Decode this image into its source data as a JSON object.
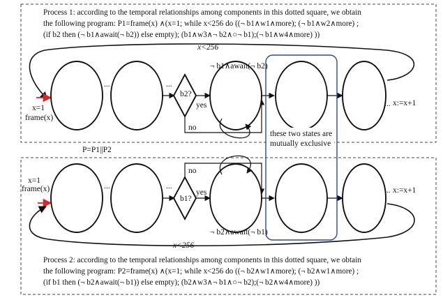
{
  "process1": {
    "line1": "Process 1: according to the temporal relationships among components in this dotted square, we obtain",
    "line2": "the following program: P1=frame(x) ∧(x=1; while x<256 do ((¬ b1∧w1∧more); (¬ b1∧w2∧more) ;",
    "line3": "(if b2 then (¬ b1∧await(¬ b2)) else empty); (b1∧w3∧¬ b2∧○¬ b1);(¬ b1∧w4∧more) ))",
    "loop_label": "x<256",
    "await_label": "¬ b1∧await(¬ b2)",
    "decision": "b2?",
    "yes": "yes",
    "no": "no",
    "init_x": "x=1",
    "init_frame": "frame(x)",
    "end_label": "x:=x+1",
    "dots": "..."
  },
  "composition": "P=P1||P2",
  "exclusive_note": [
    "these two states are",
    "mutually exclusive"
  ],
  "process2": {
    "line1": "Process 2: according to the temporal relationships among components in this dotted square, we obtain",
    "line2": "the following program: P2=frame(x) ∧(x=1; while x<256 do ((¬ b2∧w1∧more); (¬ b2∧w1∧more) ;",
    "line3": "(if b1 then (¬ b2∧await(¬ b1)) else empty); (b2∧w3∧¬ b1∧○¬ b2);(¬ b2∧w4∧more) ))",
    "loop_label": "x<256",
    "await_label": "¬ b2∧await(¬ b1)",
    "decision": "b1?",
    "yes": "yes",
    "no": "no",
    "init_x": "x=1",
    "init_frame": "frame(x)",
    "end_label": "x:=x+1",
    "dots": "..."
  },
  "colors": {
    "highlight_box": "#2a4d8f",
    "entry_arrow": "#d62828",
    "ink": "#111111"
  }
}
